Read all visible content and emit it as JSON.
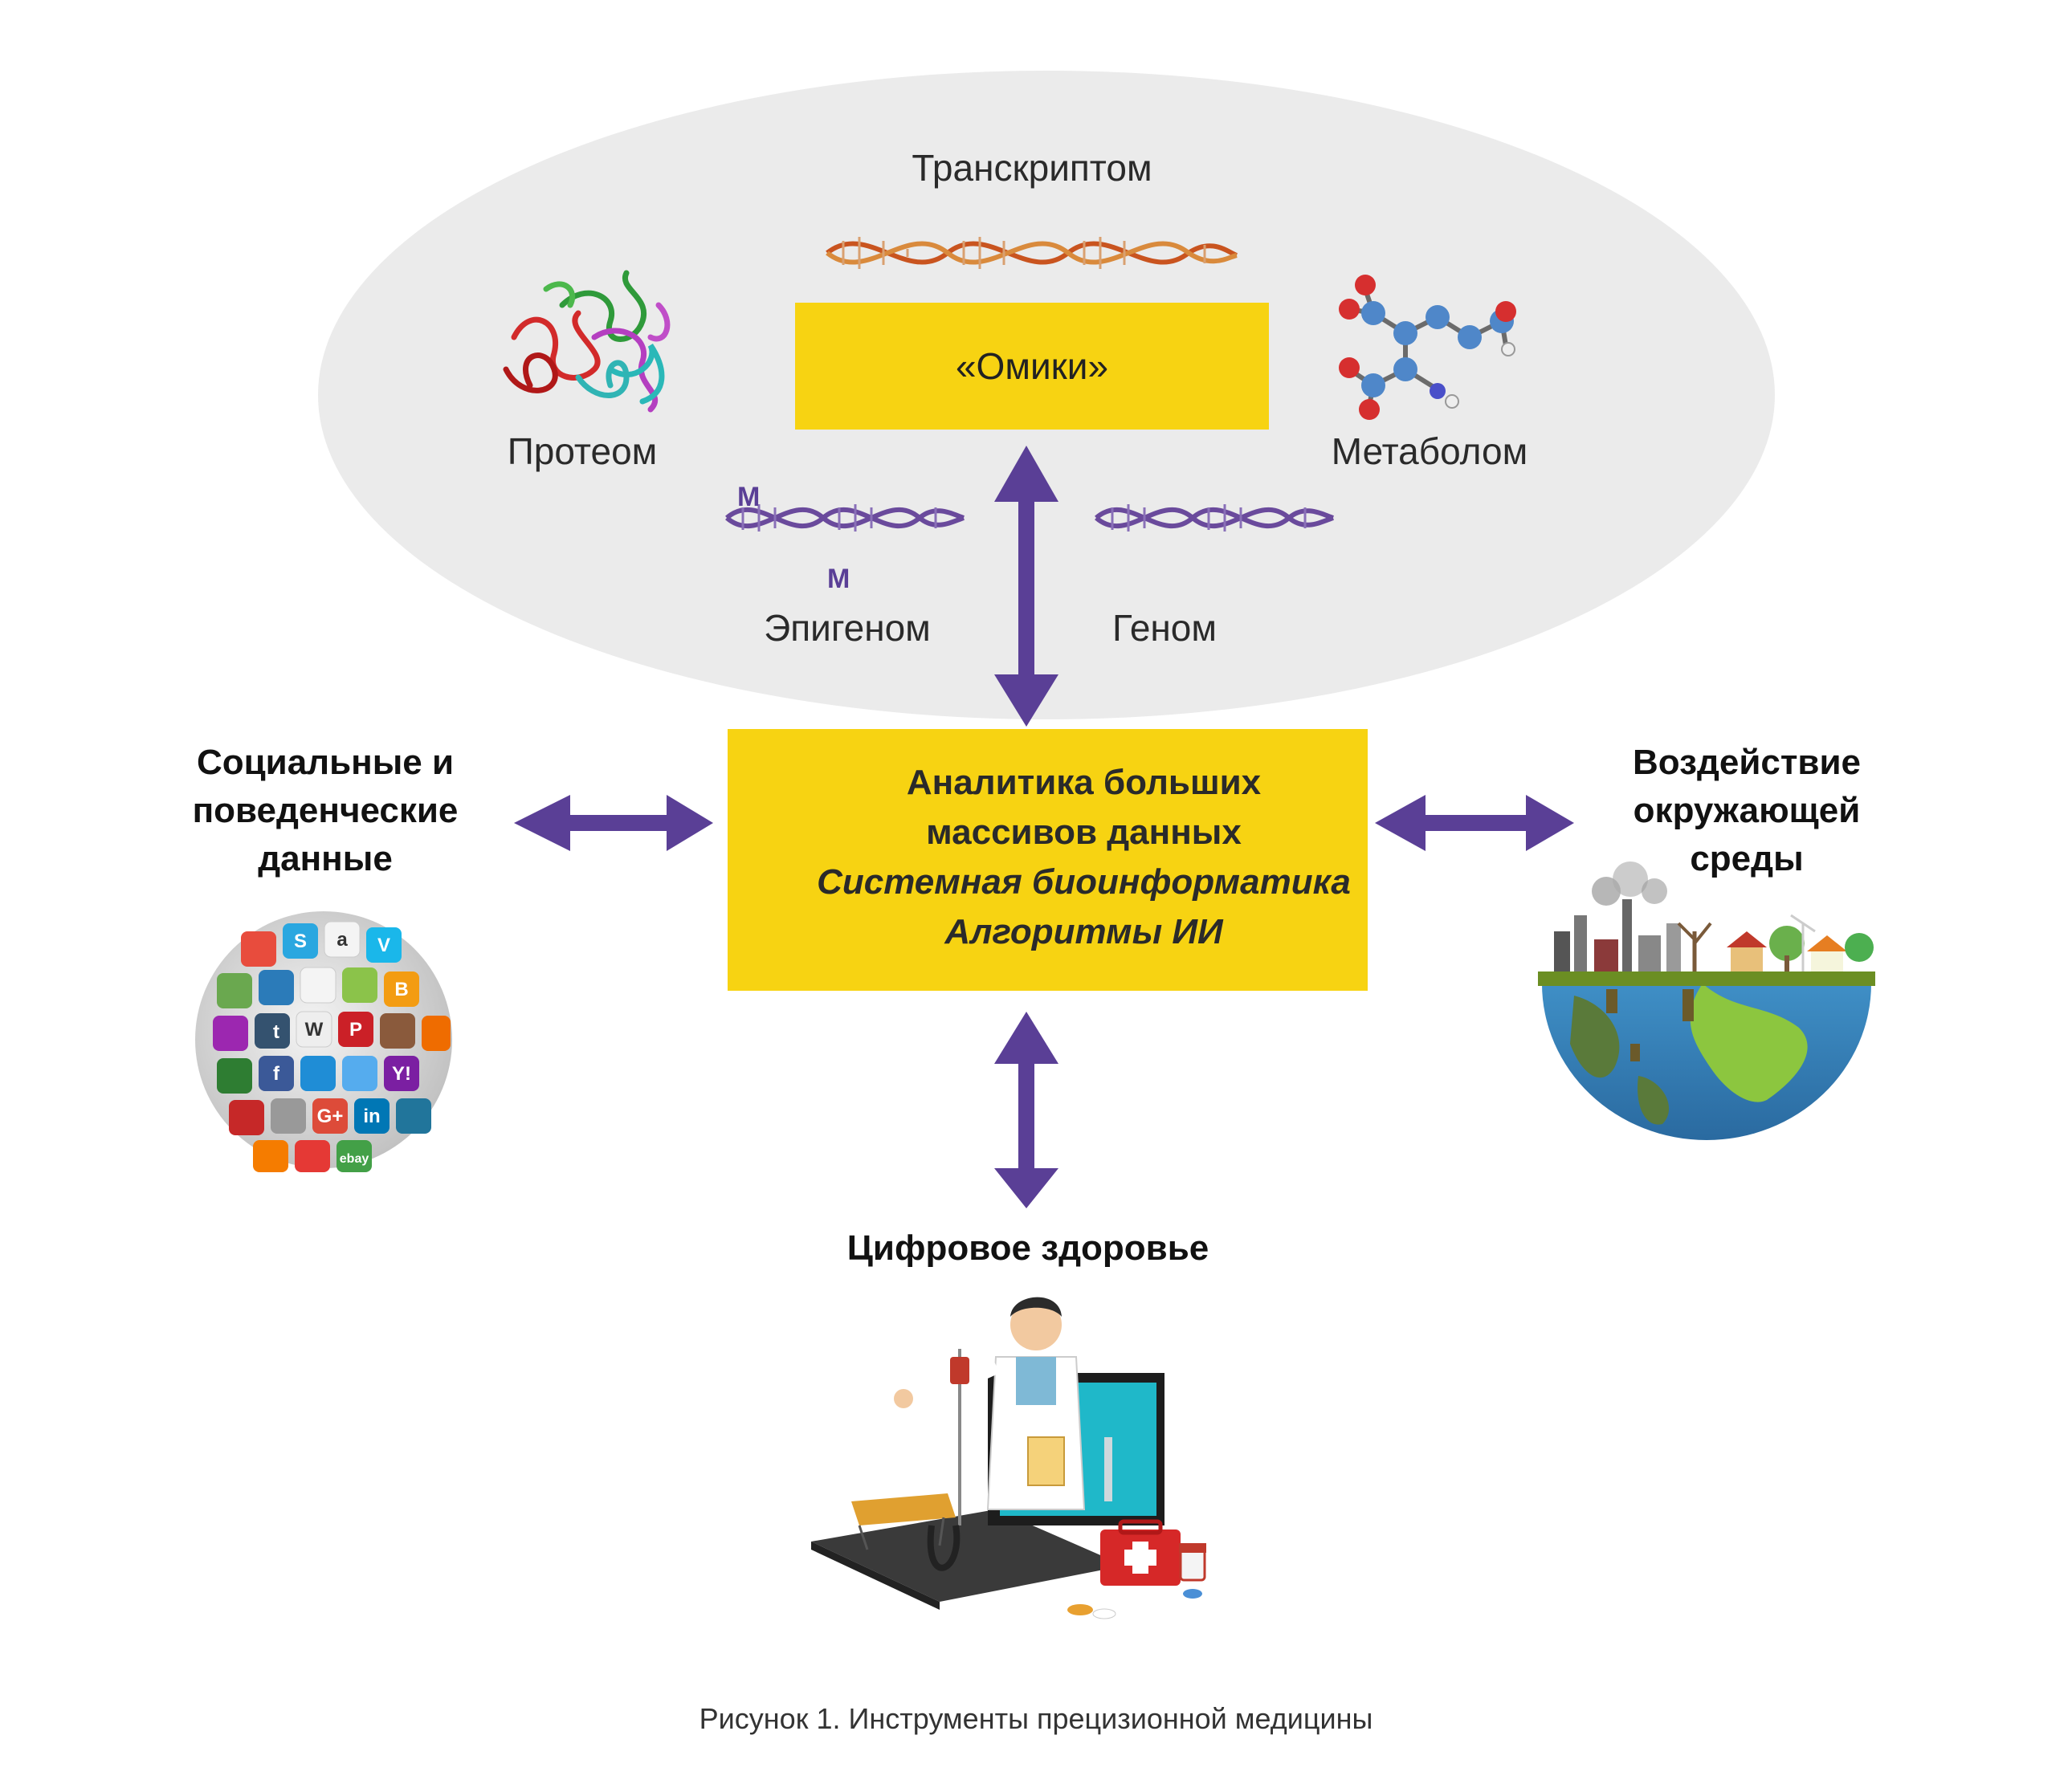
{
  "labels": {
    "transcriptome": "Транскриптом",
    "proteome": "Протеом",
    "metabolome": "Метаболом",
    "epigenome": "Эпигеном",
    "genome": "Геном",
    "methyl_mark": "M"
  },
  "omics_box": {
    "title": "«Омики»"
  },
  "center_box": {
    "line1": "Аналитика больших",
    "line2": "массивов данных",
    "line3": "Системная биоинформатика",
    "line4": "Алгоритмы ИИ"
  },
  "social": {
    "line1": "Социальные и",
    "line2": "поведенческие",
    "line3": "данные",
    "app_icons": [
      "S",
      "a",
      "V",
      "t",
      "W",
      "P",
      "in",
      "f",
      "Y!",
      "ebay",
      "G+",
      "B"
    ]
  },
  "environment": {
    "line1": "Воздействие",
    "line2": "окружающей",
    "line3": "среды"
  },
  "digital_health": {
    "title": "Цифровое здоровье"
  },
  "caption": "Рисунок 1. Инструменты прецизионной медицины",
  "colors": {
    "ellipse": "#ebebeb",
    "box": "#f7d312",
    "arrow": "#5a3f96",
    "dna_orange": "#c9541f",
    "dna_purple": "#6a4a9c"
  },
  "icons": [
    "protein-structure-icon",
    "molecule-icon",
    "dna-helix-icon",
    "analytics-database-icon",
    "social-media-globe-icon",
    "earth-environment-icon",
    "doctor-laptop-icon"
  ]
}
